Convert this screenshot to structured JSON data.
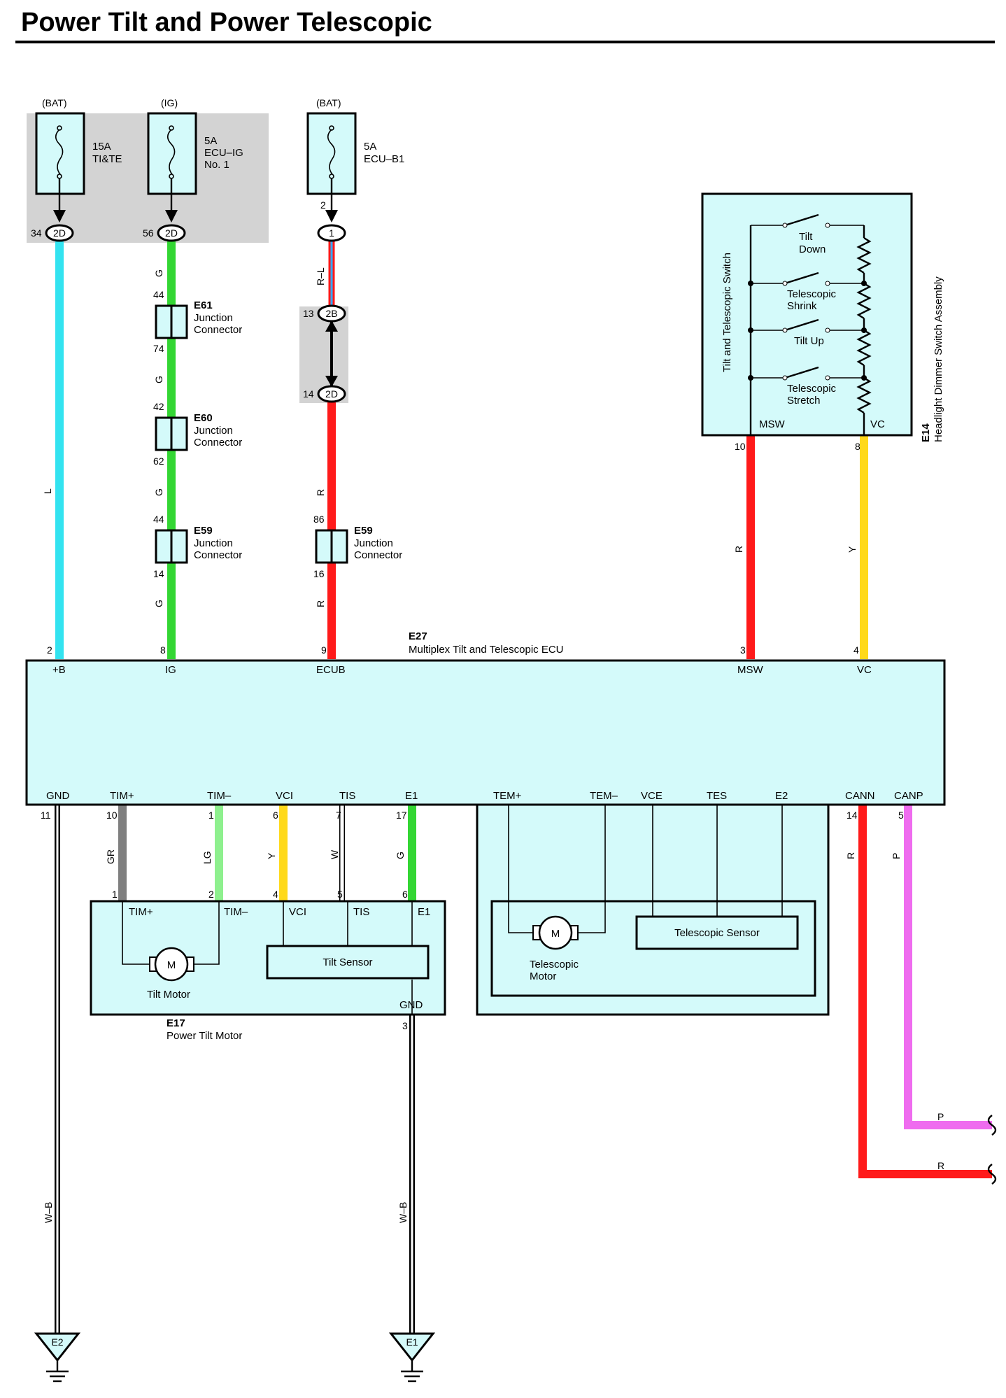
{
  "title": "Power Tilt and Power Telescopic",
  "colors": {
    "L": "#33e3f0",
    "G": "#33d633",
    "R": "#ff1a1a",
    "Y": "#ffd91a",
    "P": "#ef6cef",
    "GR": "#7f7f7f",
    "LG": "#8ef08e",
    "W": "#ffffff",
    "ecu_fill": "#d4fafa",
    "shade": "#d3d3d3"
  },
  "fuses": [
    {
      "source": "(BAT)",
      "rating": "15A",
      "name": "TI&TE",
      "name2": ""
    },
    {
      "source": "(IG)",
      "rating": "5A",
      "name": "ECU–IG",
      "name2": "No. 1"
    },
    {
      "source": "(BAT)",
      "rating": "5A",
      "name": "ECU–B1",
      "name2": ""
    }
  ],
  "conn_pins": {
    "f1": {
      "pin": "34",
      "conn": "2D"
    },
    "f2": {
      "pin": "56",
      "conn": "2D"
    },
    "f3": {
      "pin": "2",
      "conn": "1"
    },
    "j13": {
      "pin": "13",
      "conn": "2B"
    },
    "j14": {
      "pin": "14",
      "conn": "2D"
    }
  },
  "junctions": [
    {
      "id": "E61",
      "label1": "Junction",
      "label2": "Connector",
      "pin_top": "44",
      "pin_bottom": "74"
    },
    {
      "id": "E60",
      "label1": "Junction",
      "label2": "Connector",
      "pin_top": "42",
      "pin_bottom": "62"
    },
    {
      "id": "E59",
      "label1": "Junction",
      "label2": "Connector",
      "pin_top": "44",
      "pin_bottom": "14"
    },
    {
      "id": "E59",
      "label1": "Junction",
      "label2": "Connector",
      "pin_top": "86",
      "pin_bottom": "16"
    }
  ],
  "wire_labels": {
    "l1": "L",
    "g1": "G",
    "g2": "G",
    "g3": "G",
    "g4": "G",
    "rl": "R–L",
    "r1": "R",
    "r2": "R",
    "r_msw": "R",
    "y_vc": "Y",
    "gr": "GR",
    "lg": "LG",
    "y_vci": "Y",
    "w_tis": "W",
    "g_e1": "G",
    "r_cann": "R",
    "p_canp": "P",
    "p_out": "P",
    "r_out": "R",
    "wb1": "W–B",
    "wb2": "W–B"
  },
  "switch_assembly": {
    "id": "E14",
    "name": "Headlight Dimmer Switch Assembly",
    "inner_name": "Tilt and Telescopic Switch",
    "switches": [
      "Tilt",
      "Down",
      "Telescopic",
      "Shrink",
      "Tilt Up",
      "Telescopic",
      "Stretch"
    ],
    "term_left": "MSW",
    "term_right": "VC",
    "pin_left": "10",
    "pin_right": "8"
  },
  "ecu": {
    "id": "E27",
    "name": "Multiplex Tilt and Telescopic ECU",
    "top_terms": [
      "+B",
      "IG",
      "ECUB",
      "MSW",
      "VC"
    ],
    "top_pins": [
      "2",
      "8",
      "9",
      "3",
      "4"
    ],
    "bottom_terms": [
      "GND",
      "TIM+",
      "TIM–",
      "VCI",
      "TIS",
      "E1",
      "TEM+",
      "TEM–",
      "VCE",
      "TES",
      "E2",
      "CANN",
      "CANP"
    ],
    "bottom_pins": [
      "11",
      "10",
      "1",
      "6",
      "7",
      "17",
      "14",
      "5"
    ]
  },
  "tilt_motor": {
    "id": "E17",
    "name": "Power Tilt Motor",
    "terms": [
      "TIM+",
      "TIM–",
      "VCI",
      "TIS",
      "E1",
      "GND"
    ],
    "pins": [
      "1",
      "2",
      "4",
      "5",
      "6",
      "3"
    ],
    "motor_label": "Tilt Motor",
    "motor_symbol": "M",
    "sensor_label": "Tilt Sensor"
  },
  "tele_motor": {
    "motor_label1": "Telescopic",
    "motor_label2": "Motor",
    "motor_symbol": "M",
    "sensor_label": "Telescopic Sensor"
  },
  "grounds": [
    "E2",
    "E1"
  ]
}
